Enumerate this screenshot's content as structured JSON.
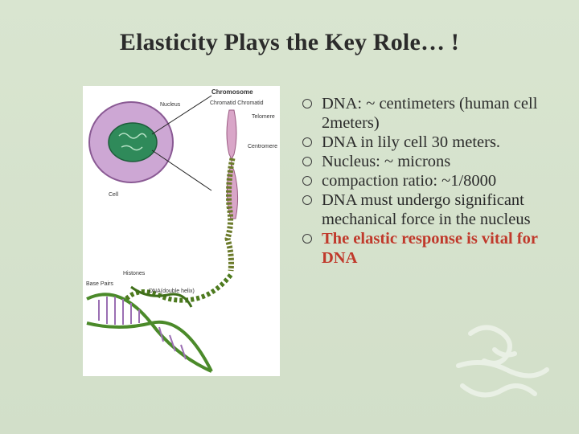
{
  "title": "Elasticity Plays the Key Role… !",
  "figure": {
    "labels": {
      "chromosome": "Chromosome",
      "nucleus": "Nucleus",
      "chromatid": "Chromatid Chromatid",
      "telomere": "Telomere",
      "centromere": "Centromere",
      "histones": "Histones",
      "cell": "Cell",
      "base_pairs": "Base Pairs",
      "dna_helix": "DNA(double helix)"
    }
  },
  "bullets": [
    {
      "text": "DNA: ~ centimeters (human cell 2meters)",
      "style": "normal"
    },
    {
      "text": "DNA in lily cell  30 meters.",
      "style": "normal"
    },
    {
      "text": "Nucleus: ~ microns",
      "style": "normal"
    },
    {
      "text": "compaction ratio: ~1/8000",
      "style": "normal"
    },
    {
      "text": "DNA must undergo significant mechanical force in the nucleus",
      "style": "normal"
    },
    {
      "text": "The elastic response is vital for DNA",
      "style": "red"
    }
  ],
  "colors": {
    "background": "#d5e2cc",
    "accent_text": "#c0392b"
  }
}
